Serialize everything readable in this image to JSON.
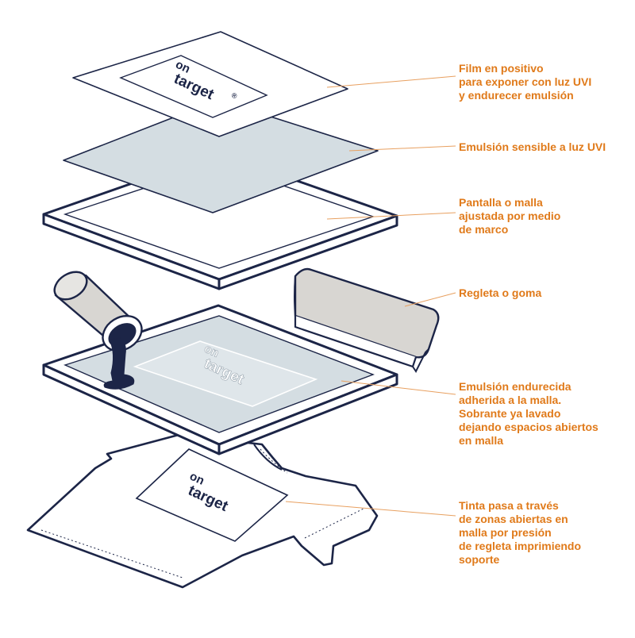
{
  "colors": {
    "outline": "#1c2547",
    "label_text": "#e07a1a",
    "leader_line": "#e8a060",
    "emulsion_fill": "#d4dde2",
    "squeegee_fill": "#d8d6d2",
    "ink": "#1c2547"
  },
  "logo": {
    "line1": "on",
    "line2": "target",
    "mark": "®"
  },
  "labels": [
    {
      "id": "film",
      "text": "Film en positivo\npara exponer con luz UVI\ny endurecer emulsión"
    },
    {
      "id": "emulsion",
      "text": "Emulsión sensible a luz UVI"
    },
    {
      "id": "screen",
      "text": "Pantalla o malla\najustada por medio\nde marco"
    },
    {
      "id": "squeegee",
      "text": "Regleta o goma"
    },
    {
      "id": "hardened",
      "text": "Emulsión endurecida\nadherida a la malla.\nSobrante ya lavado\ndejando espacios abiertos\nen malla"
    },
    {
      "id": "ink",
      "text": "Tinta pasa a través\nde zonas abiertas en\nmalla por presión\nde regleta imprimiendo\nsoporte"
    }
  ]
}
